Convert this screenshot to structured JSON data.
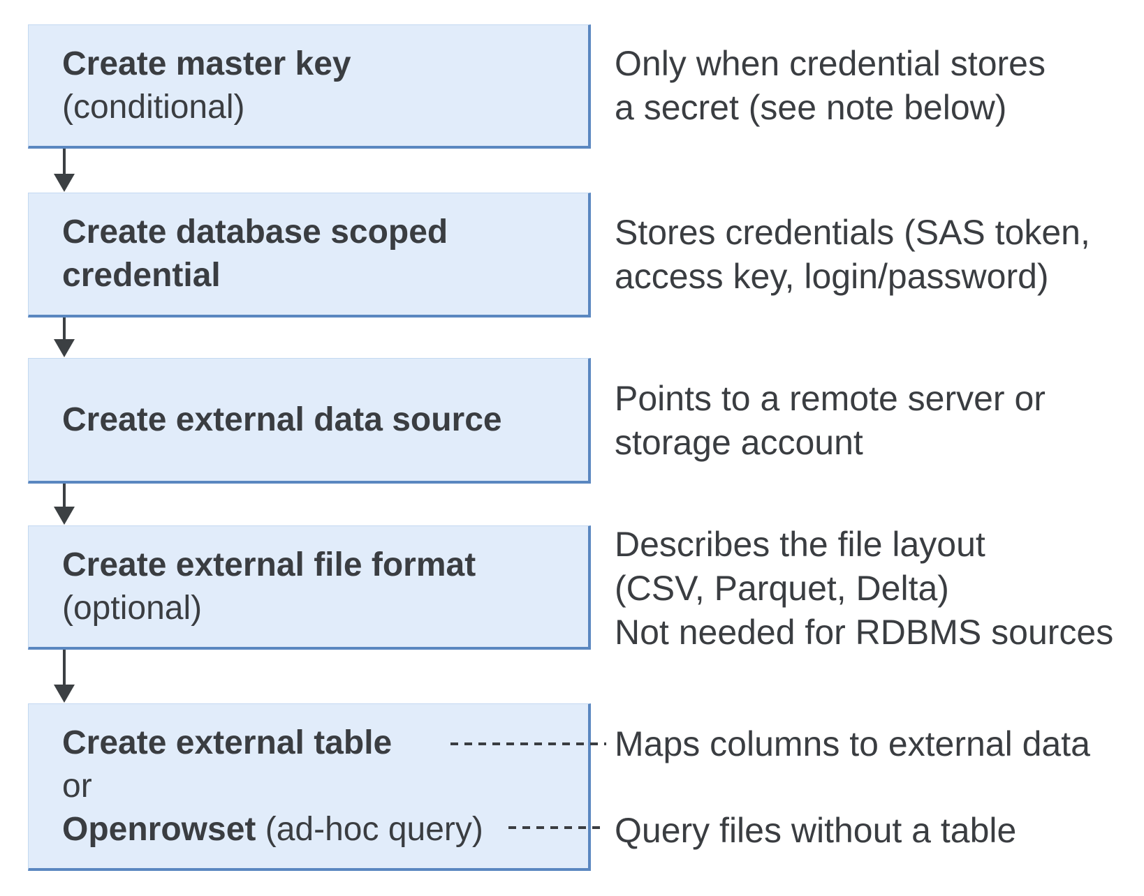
{
  "colors": {
    "box_fill": "#e1ecfa",
    "box_border": "#5a87c0",
    "arrow": "#3c4043",
    "text": "#3a3d41",
    "background": "#ffffff"
  },
  "steps": [
    {
      "title": "Create master key",
      "qualifier": "(conditional)",
      "note_lines": [
        "Only when credential stores",
        "a secret (see note below)"
      ]
    },
    {
      "title_lines": [
        "Create database scoped",
        "credential"
      ],
      "note_lines": [
        "Stores credentials (SAS token,",
        "access key, login/password)"
      ]
    },
    {
      "title": "Create external data source",
      "note_lines": [
        "Points to a remote server or",
        "storage account"
      ]
    },
    {
      "title": "Create external file format",
      "qualifier": "(optional)",
      "note_lines": [
        "Describes the file layout",
        "(CSV, Parquet, Delta)",
        "Not needed for RDBMS sources"
      ]
    },
    {
      "title": "Create external table",
      "or_label": "or",
      "alt_title": "Openrowset",
      "alt_qualifier": " (ad-hoc query)",
      "table_note": "Maps columns to external data",
      "openrowset_note": "Query files without a table"
    }
  ]
}
